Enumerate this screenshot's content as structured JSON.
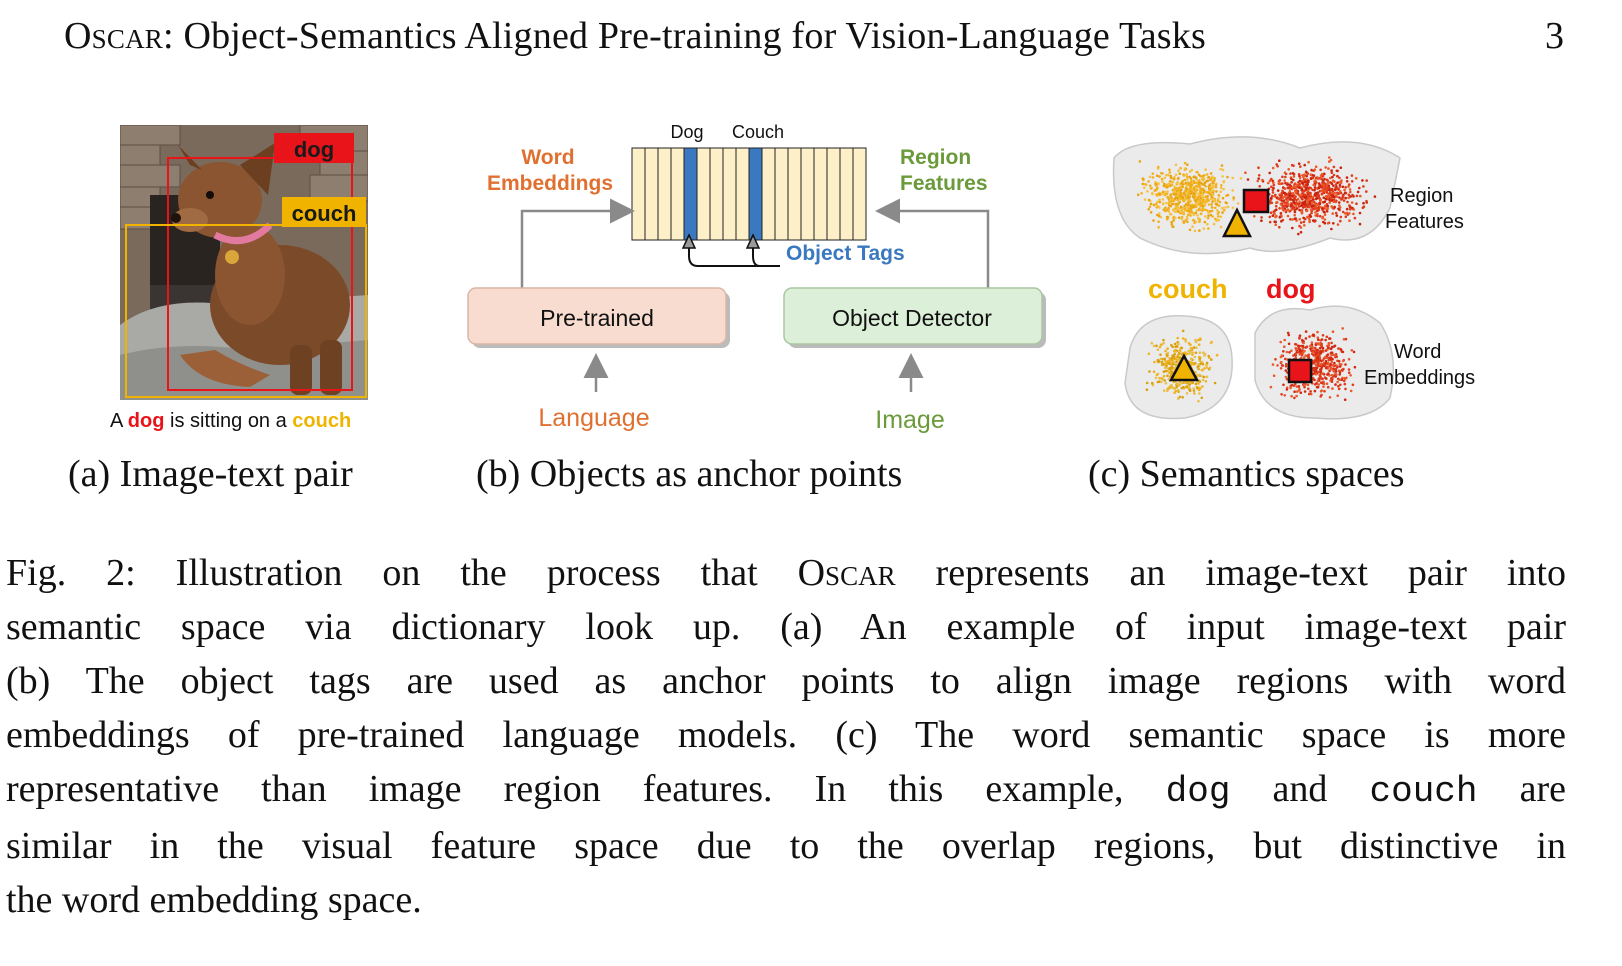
{
  "header": {
    "title_prefix": "Oscar",
    "title_rest": ": Object-Semantics Aligned Pre-training for Vision-Language Tasks",
    "page_number": "3"
  },
  "panel_a": {
    "box_labels": {
      "dog": "dog",
      "couch": "couch"
    },
    "pair_text": {
      "t1": "A ",
      "dog": "dog",
      "t2": " is sitting on a ",
      "couch": "couch"
    }
  },
  "panel_b": {
    "tags": {
      "dog": "Dog",
      "couch": "Couch"
    },
    "word_embeddings": [
      "Word",
      "Embeddings"
    ],
    "region_features": [
      "Region",
      "Features"
    ],
    "object_tags": "Object Tags",
    "pretrained": "Pre-trained",
    "object_detector": "Object Detector",
    "language": "Language",
    "image": "Image"
  },
  "panel_c": {
    "region_features": [
      "Region",
      "Features"
    ],
    "word_embeddings": [
      "Word",
      "Embeddings"
    ],
    "couch": "couch",
    "dog": "dog"
  },
  "subcaptions": {
    "a": "(a) Image-text pair",
    "b": "(b) Objects as anchor points",
    "c": "(c) Semantics spaces"
  },
  "caption": {
    "l1_a": "Fig. 2: Illustration on the process that ",
    "l1_sc": "Oscar",
    "l1_b": " represents an image-text pair into",
    "l2": "semantic space via dictionary look up. (a) An example of input image-text pair",
    "l3": "(b) The object tags are used as anchor points to align image regions with word",
    "l4": "embeddings of pre-trained language models. (c) The word semantic space is more",
    "l5_a": "representative than image region features. In this example, ",
    "l5_dog": "dog",
    "l5_and": " and ",
    "l5_couch": "couch",
    "l5_b": " are",
    "l6": "similar in the visual feature space due to the overlap regions, but distinctive in",
    "l7": "the word embedding space."
  },
  "colors": {
    "dog_red": "#e8141a",
    "couch_yellow": "#f0b400",
    "word_orange": "#e07030",
    "region_green": "#6a9a3a",
    "tag_blue": "#3a78c0",
    "cell_fill": "#fdf0c8",
    "pretrained_fill": "#f8dcd0",
    "detector_fill": "#dcefd8"
  }
}
